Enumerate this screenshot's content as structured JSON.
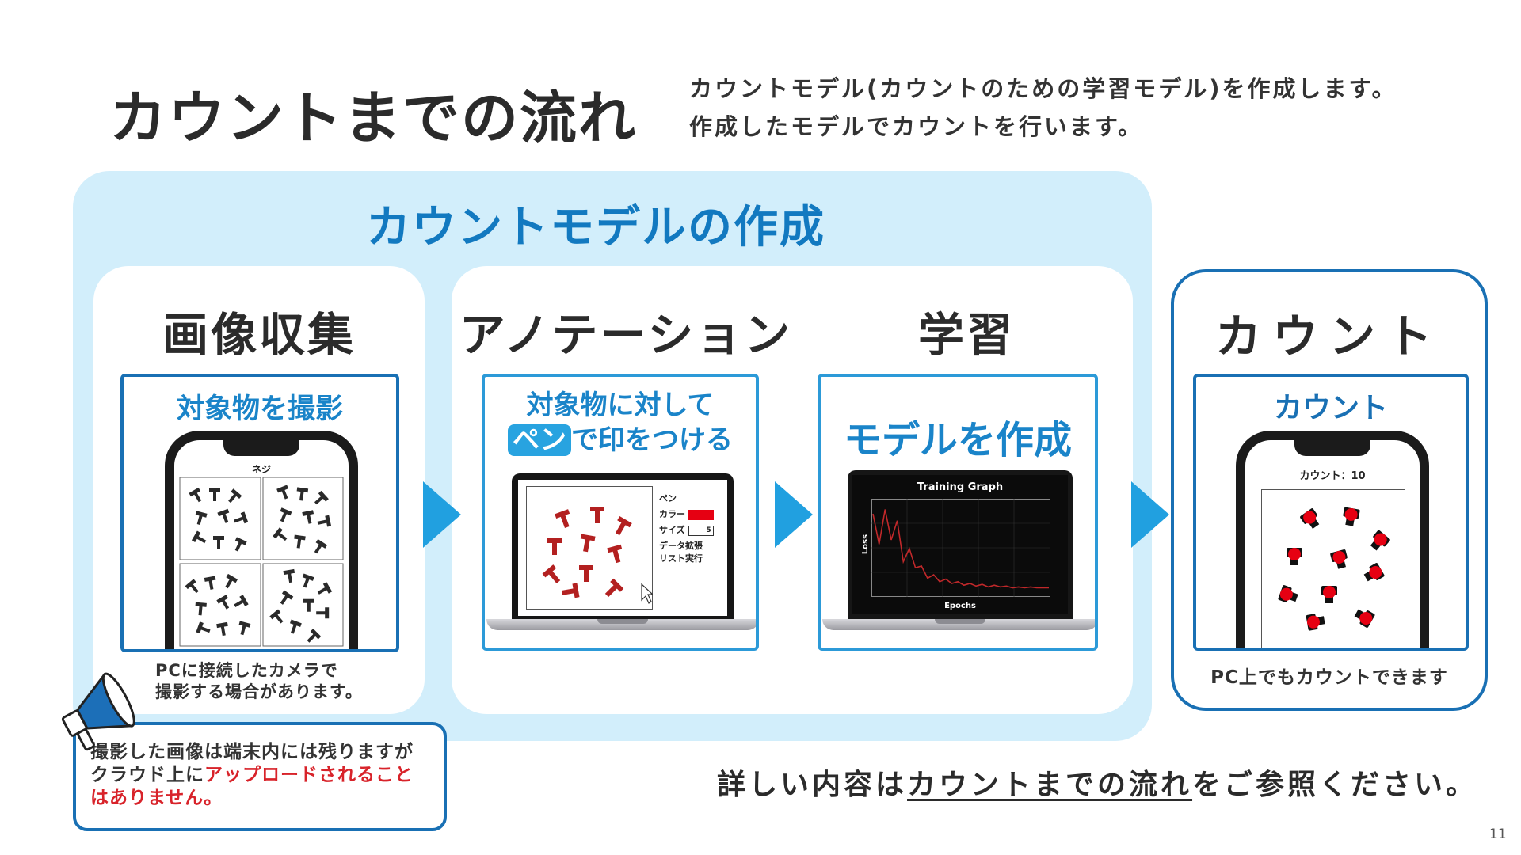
{
  "slide": {
    "title": "カウントまでの流れ",
    "description_line1": "カウントモデル(カウントのための学習モデル)を作成します。",
    "description_line2": "作成したモデルでカウントを行います。",
    "page_number": "11"
  },
  "model_section": {
    "title": "カウントモデルの作成"
  },
  "stages": {
    "collect": {
      "title": "画像収集",
      "card_label": "対象物を撮影",
      "phone_header": "ネジ",
      "note_line1": "PCに接続したカメラで",
      "note_line2": "撮影する場合があります。"
    },
    "annotation": {
      "title": "アノテーション",
      "card_label_line1": "対象物に対して",
      "card_label_pen": "ペン",
      "card_label_line2_rest": "で印をつける",
      "panel_pen": "ペン",
      "panel_color": "カラー",
      "panel_size": "サイズ",
      "panel_size_value": "5",
      "panel_augment": "データ拡張",
      "panel_run": "リスト実行"
    },
    "training": {
      "title": "学習",
      "card_label": "モデルを作成",
      "graph_title": "Training Graph",
      "graph_ylabel": "Loss",
      "graph_xlabel": "Epochs",
      "loss_curve": [
        0.9,
        0.55,
        0.95,
        0.6,
        0.82,
        0.35,
        0.5,
        0.28,
        0.3,
        0.16,
        0.2,
        0.12,
        0.15,
        0.1,
        0.12,
        0.08,
        0.1,
        0.07,
        0.09,
        0.06,
        0.08,
        0.06,
        0.07,
        0.05,
        0.06,
        0.05,
        0.06,
        0.05,
        0.05,
        0.05
      ]
    },
    "count": {
      "title": "カウント",
      "card_label": "カウント",
      "count_readout": "カウント：10",
      "note": "PC上でもカウントできます"
    }
  },
  "notice": {
    "text_part1": "撮影した画像は端末内には残りますが",
    "text_part2": "クラウド上に",
    "text_highlight1": "アップロードされること",
    "text_highlight2": "はありません。"
  },
  "reference": {
    "prefix": "詳しい内容は",
    "link": "カウントまでの流れ",
    "suffix": "をご参照ください。"
  },
  "colors": {
    "accent_blue": "#1279c0",
    "light_blue_bg": "#d2eefb",
    "card_border": "#2c9ad8",
    "arrow": "#21a0e0",
    "warning_red": "#d8232a"
  }
}
